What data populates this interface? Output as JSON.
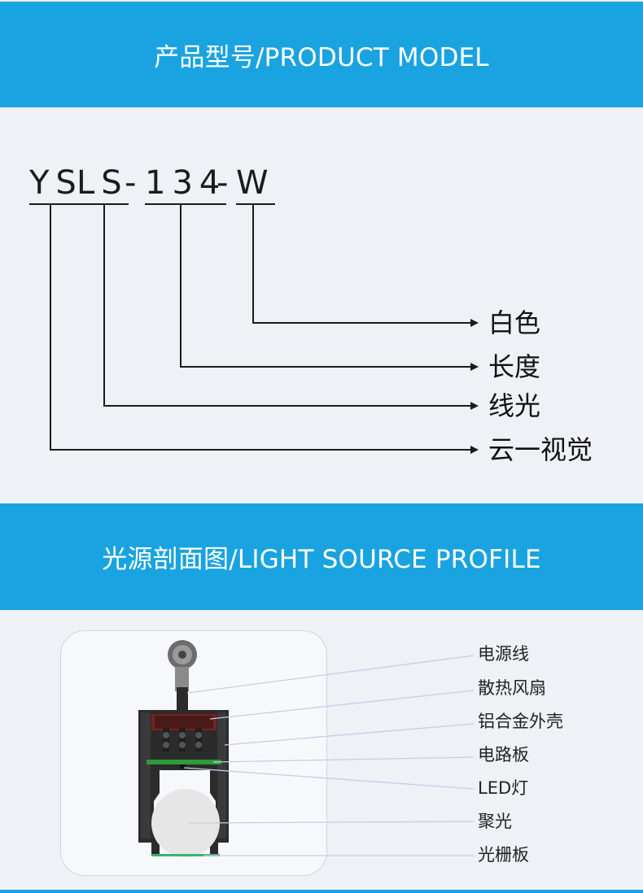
{
  "sections": [
    {
      "title": "产品型号/PRODUCT MODEL"
    },
    {
      "title": "光源剖面图/LIGHT SOURCE PROFILE"
    }
  ],
  "model": {
    "segments": [
      "YS",
      "LS",
      "134",
      "W"
    ],
    "separator": "-",
    "meanings": [
      "白色",
      "长度",
      "线光",
      "云一视觉"
    ]
  },
  "profile": {
    "parts": [
      "电源线",
      "散热风扇",
      "铝合金外壳",
      "电路板",
      "LED灯",
      "聚光",
      "光栅板"
    ]
  },
  "colors": {
    "accent": "#1aa3e1",
    "background": "#eef1f5",
    "housing": "#2b2b2b",
    "pcb": "#2e9a3a",
    "leader_line": "#c9cbe6"
  }
}
